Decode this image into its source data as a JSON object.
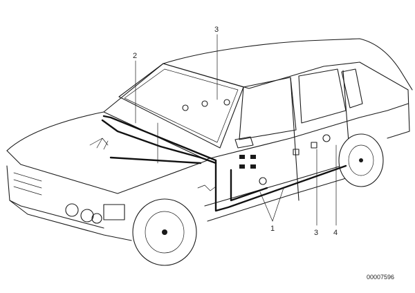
{
  "callouts": {
    "c1": "1",
    "c2": "2",
    "c3_top": "3",
    "c3_bottom": "3",
    "c4": "4"
  },
  "document_number": "00007596"
}
